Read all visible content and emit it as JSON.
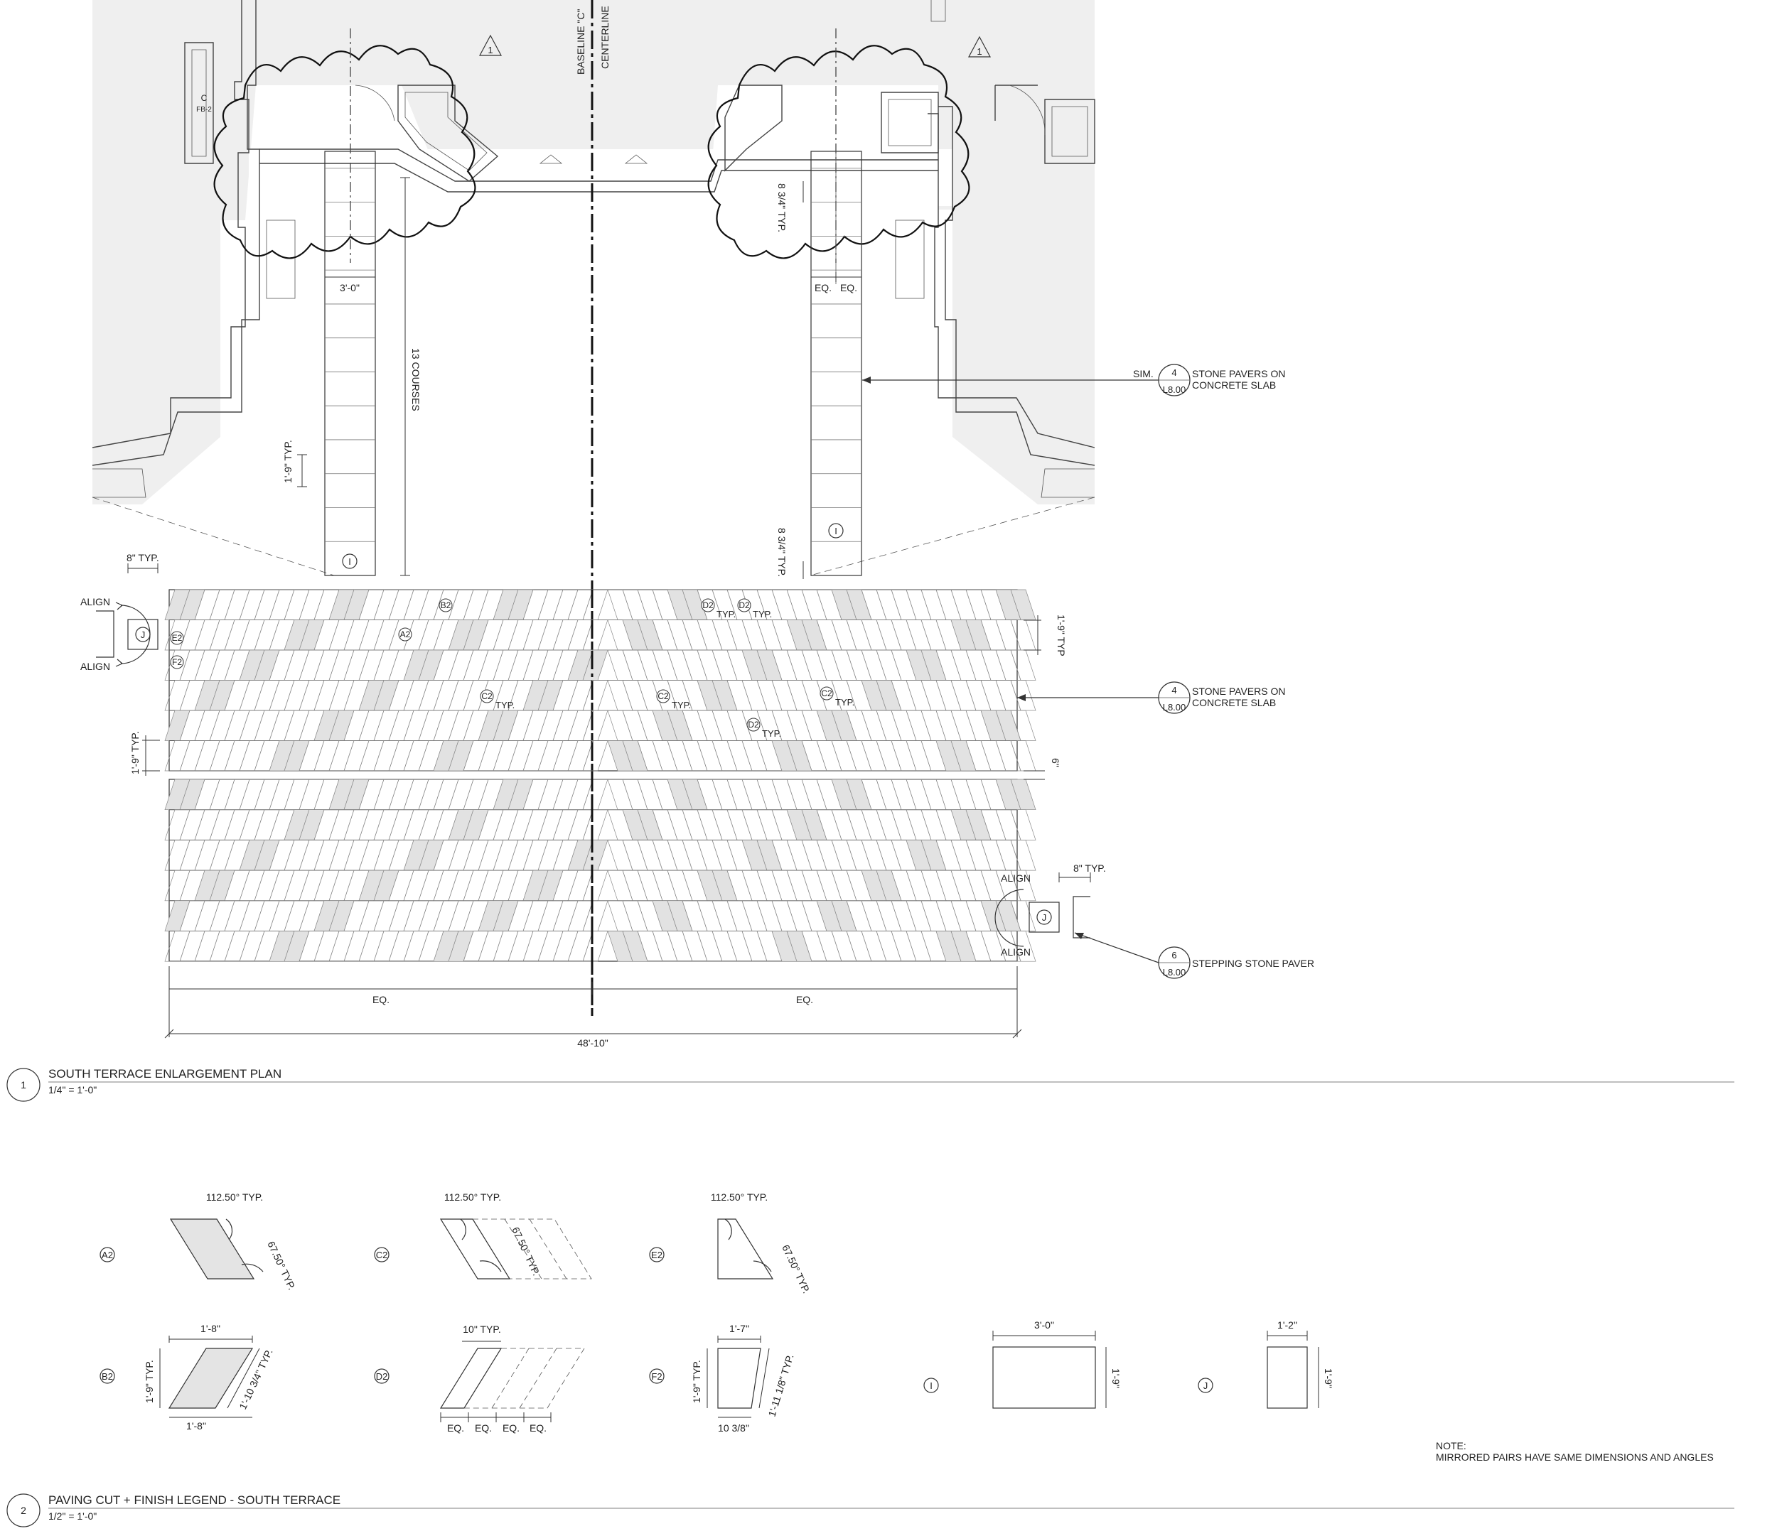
{
  "plan": {
    "baseline_label": "BASELINE \"C\"",
    "centerline_label": "CENTERLINE",
    "revision_tag": "1",
    "dim_3_0": "3'-0\"",
    "courses": "13 COURSES",
    "eq_left": "EQ.",
    "eq_right": "EQ.",
    "dim_8_34_top": "8 3/4\" TYP.",
    "dim_1_9_typ_path": "1'-9\" TYP.",
    "dim_8_34_bottom": "8 3/4\" TYP.",
    "tag_i": "I",
    "tag_j": "J",
    "dim_8_typ_left": "8\" TYP.",
    "dim_8_typ_right": "8\" TYP.",
    "align": "ALIGN",
    "dim_1_9_typ_right": "1'-9\" TYP",
    "dim_1_9_typ_left": "1'-9\" TYP.",
    "dim_6": "6\"",
    "dim_eq": "EQ.",
    "dim_total": "48'-10\"",
    "typ": "TYP.",
    "door_tag_letter": "C",
    "door_tag_code": "FB-2",
    "tags": {
      "a2": "A2",
      "b2": "B2",
      "c2": "C2",
      "d2": "D2",
      "e2": "E2",
      "f2": "F2"
    }
  },
  "callouts": {
    "pavers_top": {
      "prefix": "SIM.",
      "num": "4",
      "sheet": "L8.00",
      "line1": "STONE PAVERS ON",
      "line2": "CONCRETE SLAB"
    },
    "pavers_mid": {
      "num": "4",
      "sheet": "L8.00",
      "line1": "STONE PAVERS ON",
      "line2": "CONCRETE SLAB"
    },
    "stepping": {
      "num": "6",
      "sheet": "L8.00",
      "line1": "STEPPING STONE PAVER"
    }
  },
  "titles": {
    "plan": {
      "num": "1",
      "name": "SOUTH TERRACE ENLARGEMENT PLAN",
      "scale": "1/4\" = 1'-0\""
    },
    "legend": {
      "num": "2",
      "name": "PAVING CUT + FINISH LEGEND - SOUTH TERRACE",
      "scale": "1/2\" = 1'-0\""
    }
  },
  "legend": {
    "angle_112": "112.50° TYP.",
    "angle_67": "67.50° TYP.",
    "b2_top": "1'-8\"",
    "b2_bottom": "1'-8\"",
    "b2_side": "1'-9\" TYP.",
    "b2_diag": "1'-10 3/4\" TYP.",
    "d2_top": "10\" TYP.",
    "eq": "EQ.",
    "f2_top": "1'-7\"",
    "f2_side": "1'-9\" TYP.",
    "f2_diag": "1'-11 1/8\" TYP.",
    "f2_bottom": "10 3/8\"",
    "i_top": "3'-0\"",
    "i_side": "1'-9\"",
    "j_top": "1'-2\"",
    "j_side": "1'-9\""
  },
  "note": {
    "heading": "NOTE:",
    "text": "MIRRORED PAIRS HAVE SAME DIMENSIONS AND ANGLES"
  }
}
